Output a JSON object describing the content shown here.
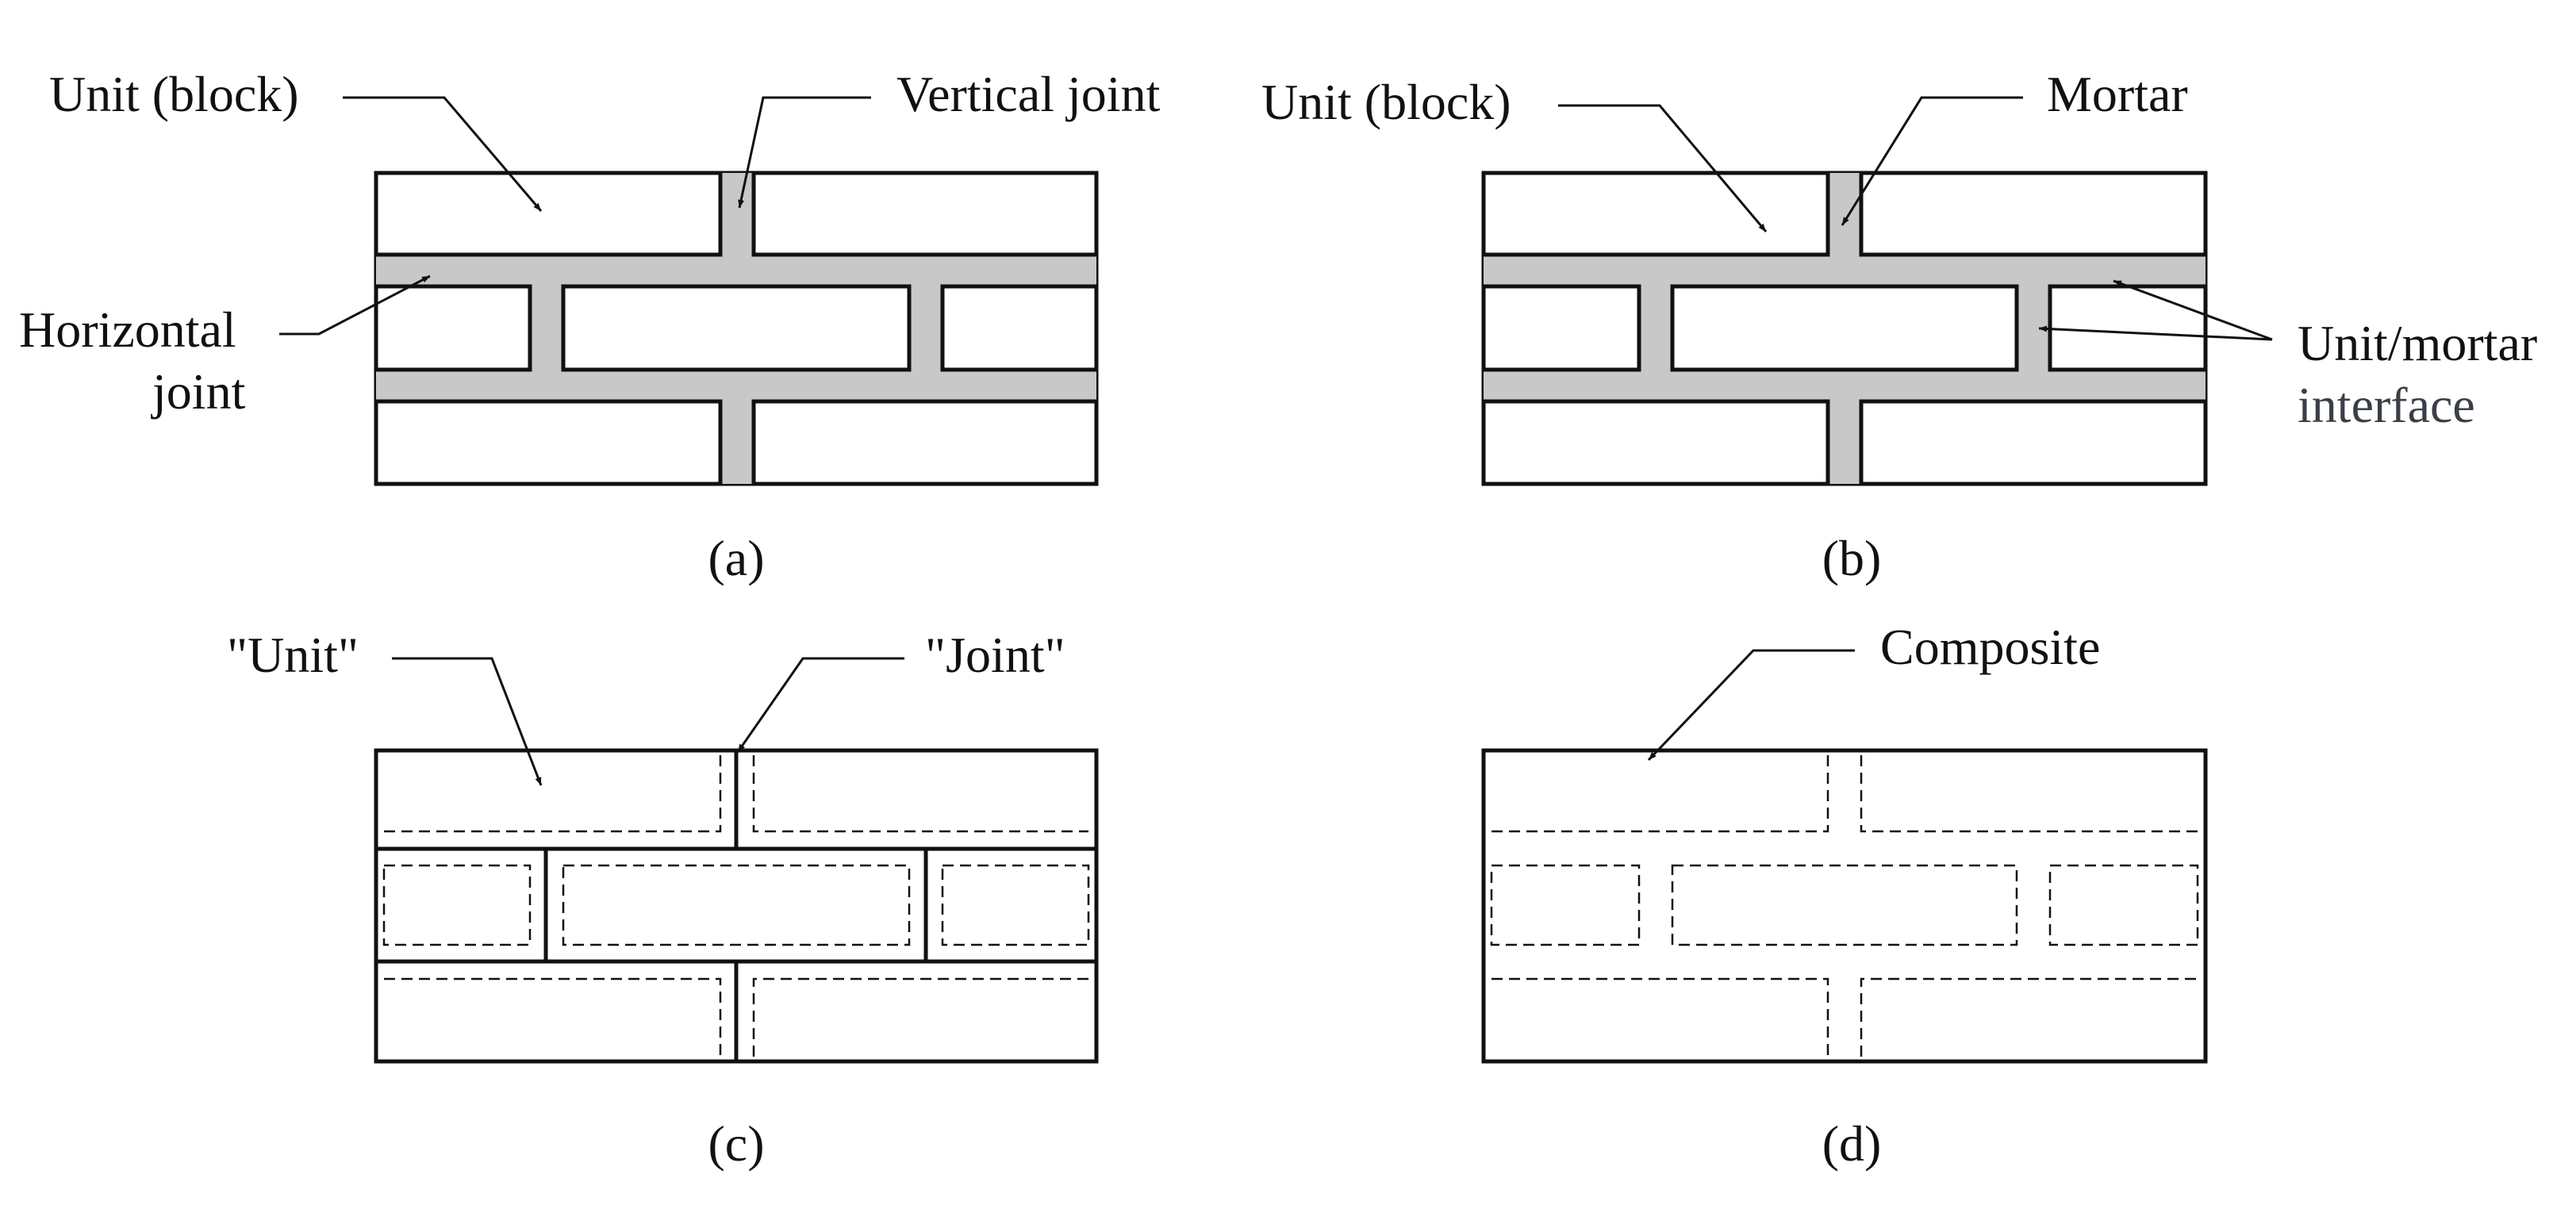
{
  "panels": {
    "a": {
      "caption": "(a)",
      "labels": {
        "unit": "Unit (block)",
        "vertical_joint": "Vertical joint",
        "horizontal_joint_line1": "Horizontal",
        "horizontal_joint_line2": "joint"
      }
    },
    "b": {
      "caption": "(b)",
      "labels": {
        "unit": "Unit (block)",
        "mortar": "Mortar",
        "interface_line1": "Unit/mortar",
        "interface_line2": "interface"
      }
    },
    "c": {
      "caption": "(c)",
      "labels": {
        "unit": "\"Unit\"",
        "joint": "\"Joint\""
      }
    },
    "d": {
      "caption": "(d)",
      "labels": {
        "composite": "Composite"
      }
    }
  },
  "colors": {
    "mortar": "#c8c8c8",
    "line": "#111111",
    "background": "#ffffff"
  }
}
